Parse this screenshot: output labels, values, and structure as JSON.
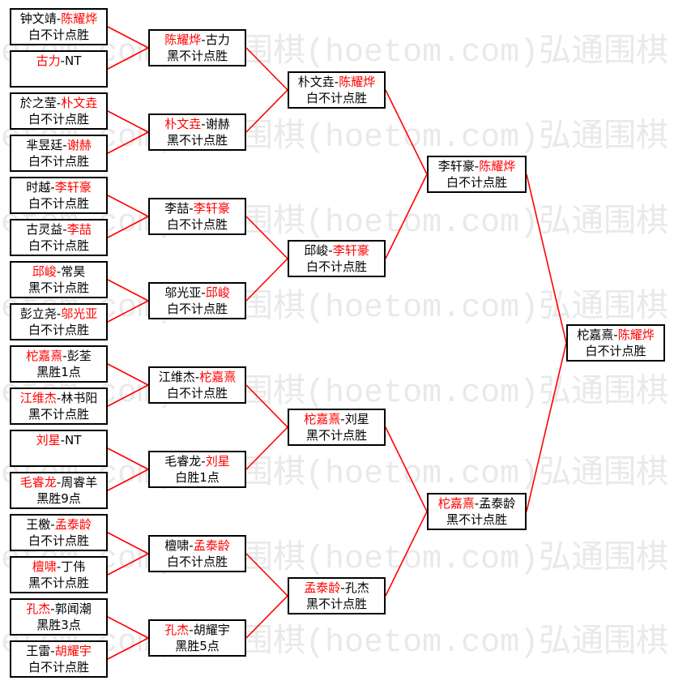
{
  "watermark": "弘通围棋(hoetom.com)",
  "separator": "-",
  "colors": {
    "text": "#000000",
    "highlight": "#ff0000",
    "connector": "#ff0000",
    "border": "#000000",
    "watermark": "#e9e9e9"
  },
  "rounds": [
    {
      "matches": [
        {
          "p1": {
            "name": "钟文靖",
            "color": "#000000"
          },
          "p2": {
            "name": "陈耀烨",
            "color": "#ff0000"
          },
          "result": "白不计点胜"
        },
        {
          "p1": {
            "name": "古力",
            "color": "#ff0000"
          },
          "p2": {
            "name": "NT",
            "color": "#000000"
          }
        },
        {
          "p1": {
            "name": "於之莹",
            "color": "#000000"
          },
          "p2": {
            "name": "朴文垚",
            "color": "#ff0000"
          },
          "result": "白不计点胜"
        },
        {
          "p1": {
            "name": "芈昱廷",
            "color": "#000000"
          },
          "p2": {
            "name": "谢赫",
            "color": "#ff0000"
          },
          "result": "白不计点胜"
        },
        {
          "p1": {
            "name": "时越",
            "color": "#000000"
          },
          "p2": {
            "name": "李轩豪",
            "color": "#ff0000"
          },
          "result": "白不计点胜"
        },
        {
          "p1": {
            "name": "古灵益",
            "color": "#000000"
          },
          "p2": {
            "name": "李喆",
            "color": "#ff0000"
          },
          "result": "白不计点胜"
        },
        {
          "p1": {
            "name": "邱峻",
            "color": "#ff0000"
          },
          "p2": {
            "name": "常昊",
            "color": "#000000"
          },
          "result": "黑不计点胜"
        },
        {
          "p1": {
            "name": "彭立尧",
            "color": "#000000"
          },
          "p2": {
            "name": "邬光亚",
            "color": "#ff0000"
          },
          "result": "白不计点胜"
        },
        {
          "p1": {
            "name": "柁嘉熹",
            "color": "#ff0000"
          },
          "p2": {
            "name": "彭荃",
            "color": "#000000"
          },
          "result": "黑胜1点"
        },
        {
          "p1": {
            "name": "江维杰",
            "color": "#ff0000"
          },
          "p2": {
            "name": "林书阳",
            "color": "#000000"
          },
          "result": "黑不计点胜"
        },
        {
          "p1": {
            "name": "刘星",
            "color": "#ff0000"
          },
          "p2": {
            "name": "NT",
            "color": "#000000"
          }
        },
        {
          "p1": {
            "name": "毛睿龙",
            "color": "#ff0000"
          },
          "p2": {
            "name": "周睿羊",
            "color": "#000000"
          },
          "result": "黑胜9点"
        },
        {
          "p1": {
            "name": "王檄",
            "color": "#000000"
          },
          "p2": {
            "name": "孟泰龄",
            "color": "#ff0000"
          },
          "result": "白不计点胜"
        },
        {
          "p1": {
            "name": "檀啸",
            "color": "#ff0000"
          },
          "p2": {
            "name": "丁伟",
            "color": "#000000"
          },
          "result": "黑不计点胜"
        },
        {
          "p1": {
            "name": "孔杰",
            "color": "#ff0000"
          },
          "p2": {
            "name": "郭闻潮",
            "color": "#000000"
          },
          "result": "黑胜3点"
        },
        {
          "p1": {
            "name": "王雷",
            "color": "#000000"
          },
          "p2": {
            "name": "胡耀宇",
            "color": "#ff0000"
          },
          "result": "白不计点胜"
        }
      ]
    },
    {
      "matches": [
        {
          "p1": {
            "name": "陈耀烨",
            "color": "#ff0000"
          },
          "p2": {
            "name": "古力",
            "color": "#000000"
          },
          "result": "黑不计点胜"
        },
        {
          "p1": {
            "name": "朴文垚",
            "color": "#ff0000"
          },
          "p2": {
            "name": "谢赫",
            "color": "#000000"
          },
          "result": "黑不计点胜"
        },
        {
          "p1": {
            "name": "李喆",
            "color": "#000000"
          },
          "p2": {
            "name": "李轩豪",
            "color": "#ff0000"
          },
          "result": "白不计点胜"
        },
        {
          "p1": {
            "name": "邬光亚",
            "color": "#000000"
          },
          "p2": {
            "name": "邱峻",
            "color": "#ff0000"
          },
          "result": "白不计点胜"
        },
        {
          "p1": {
            "name": "江维杰",
            "color": "#000000"
          },
          "p2": {
            "name": "柁嘉熹",
            "color": "#ff0000"
          },
          "result": "白不计点胜"
        },
        {
          "p1": {
            "name": "毛睿龙",
            "color": "#000000"
          },
          "p2": {
            "name": "刘星",
            "color": "#ff0000"
          },
          "result": "白胜1点"
        },
        {
          "p1": {
            "name": "檀啸",
            "color": "#000000"
          },
          "p2": {
            "name": "孟泰龄",
            "color": "#ff0000"
          },
          "result": "白不计点胜"
        },
        {
          "p1": {
            "name": "孔杰",
            "color": "#ff0000"
          },
          "p2": {
            "name": "胡耀宇",
            "color": "#000000"
          },
          "result": "黑胜5点"
        }
      ]
    },
    {
      "matches": [
        {
          "p1": {
            "name": "朴文垚",
            "color": "#000000"
          },
          "p2": {
            "name": "陈耀烨",
            "color": "#ff0000"
          },
          "result": "白不计点胜"
        },
        {
          "p1": {
            "name": "邱峻",
            "color": "#000000"
          },
          "p2": {
            "name": "李轩豪",
            "color": "#ff0000"
          },
          "result": "白不计点胜"
        },
        {
          "p1": {
            "name": "柁嘉熹",
            "color": "#ff0000"
          },
          "p2": {
            "name": "刘星",
            "color": "#000000"
          },
          "result": "黑不计点胜"
        },
        {
          "p1": {
            "name": "孟泰龄",
            "color": "#ff0000"
          },
          "p2": {
            "name": "孔杰",
            "color": "#000000"
          },
          "result": "黑不计点胜"
        }
      ]
    },
    {
      "matches": [
        {
          "p1": {
            "name": "李轩豪",
            "color": "#000000"
          },
          "p2": {
            "name": "陈耀烨",
            "color": "#ff0000"
          },
          "result": "白不计点胜"
        },
        {
          "p1": {
            "name": "柁嘉熹",
            "color": "#ff0000"
          },
          "p2": {
            "name": "孟泰龄",
            "color": "#000000"
          },
          "result": "黑不计点胜"
        }
      ]
    },
    {
      "matches": [
        {
          "p1": {
            "name": "柁嘉熹",
            "color": "#000000"
          },
          "p2": {
            "name": "陈耀烨",
            "color": "#ff0000"
          },
          "result": "白不计点胜"
        }
      ]
    }
  ]
}
